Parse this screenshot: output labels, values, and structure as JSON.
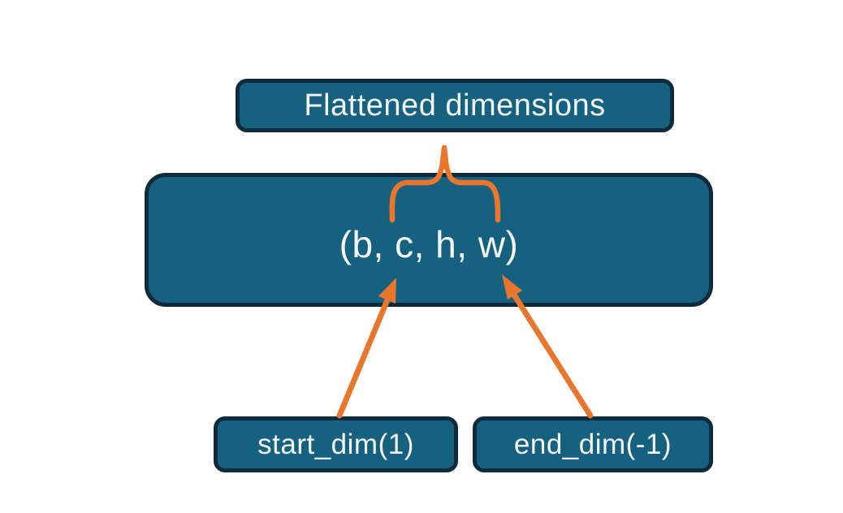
{
  "diagram": {
    "nodes": {
      "flattened": {
        "label": "Flattened dimensions"
      },
      "tensor": {
        "label": "(b, c, h, w)"
      },
      "start_dim": {
        "label": "start_dim(1)"
      },
      "end_dim": {
        "label": "end_dim(-1)"
      }
    }
  },
  "colors": {
    "background": "#ffffff",
    "box_fill": "#176180",
    "box_border": "#0d2b3a",
    "box_text": "#f2f6f8",
    "accent_orange": "#e8762c"
  }
}
